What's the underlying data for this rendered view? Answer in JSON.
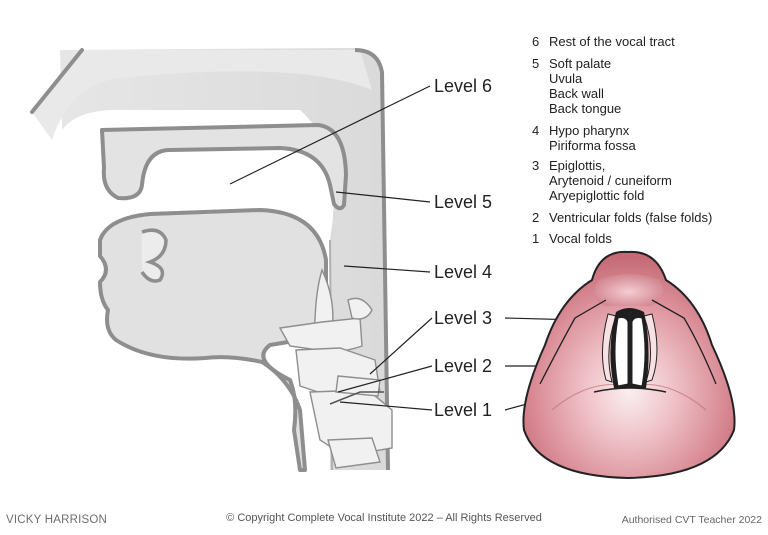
{
  "levels": [
    {
      "label": "Level 6"
    },
    {
      "label": "Level 5"
    },
    {
      "label": "Level 4"
    },
    {
      "label": "Level 3"
    },
    {
      "label": "Level 2"
    },
    {
      "label": "Level 1"
    }
  ],
  "legend": [
    {
      "num": "6",
      "lines": [
        "Rest of the vocal tract"
      ]
    },
    {
      "num": "5",
      "lines": [
        "Soft palate",
        "Uvula",
        "Back wall",
        "Back tongue"
      ]
    },
    {
      "num": "4",
      "lines": [
        "Hypo pharynx",
        "Piriforma fossa"
      ]
    },
    {
      "num": "3",
      "lines": [
        "Epiglottis,",
        "Arytenoid / cuneiform",
        "Aryepiglottic fold"
      ]
    },
    {
      "num": "2",
      "lines": [
        "Ventricular folds (false folds)"
      ]
    },
    {
      "num": "1",
      "lines": [
        "Vocal folds"
      ]
    }
  ],
  "footer": {
    "left": "VICKY HARRISON",
    "center": "© Copyright Complete Vocal Institute 2022 – All Rights Reserved",
    "right": "Authorised CVT Teacher 2022"
  },
  "colors": {
    "tissue": "#e5e5e5",
    "outline": "#8e8e8e",
    "larynx_pink": "#dc8e98",
    "folds_dark": "#222222"
  }
}
